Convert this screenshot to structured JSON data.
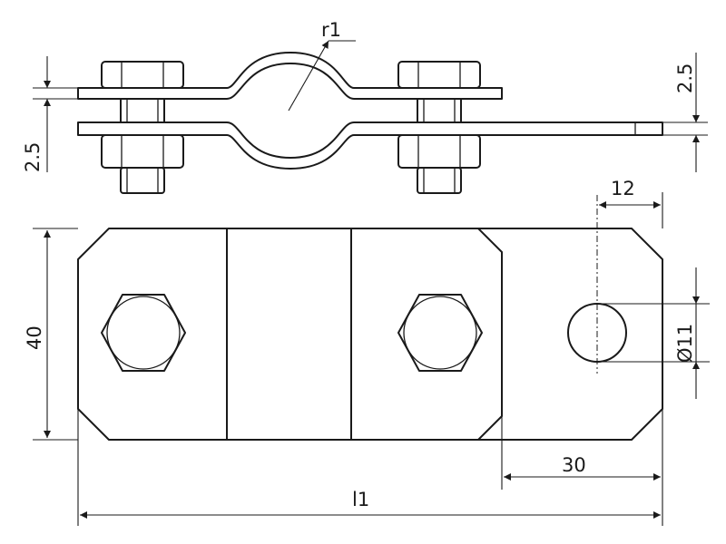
{
  "dimensions": {
    "radius": "r1",
    "thickness_top": "2.5",
    "thickness_left": "2.5",
    "hole_offset": "12",
    "hole_diameter": "Ø11",
    "width": "40",
    "end_offset": "30",
    "length": "l1"
  }
}
